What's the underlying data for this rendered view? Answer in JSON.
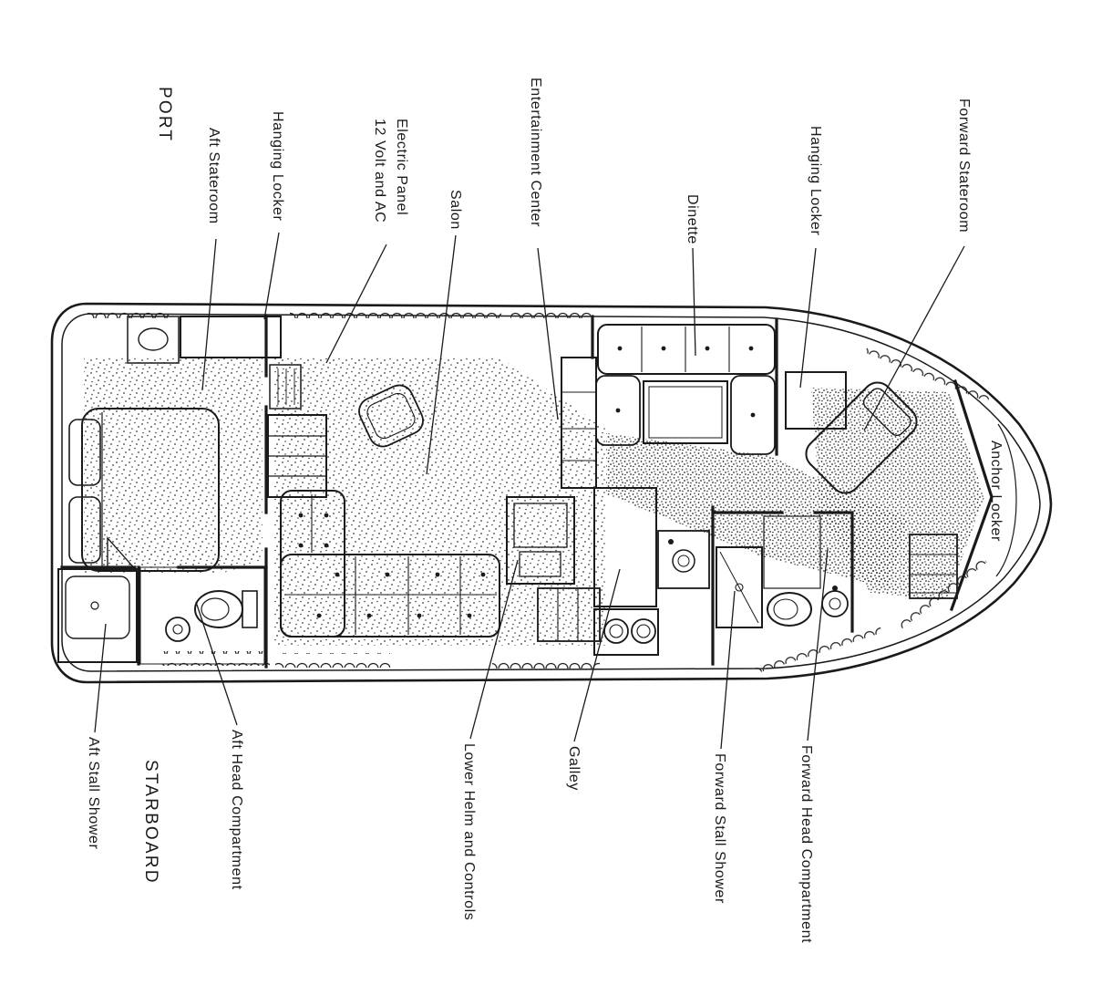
{
  "diagram": {
    "type": "boat-deck-floor-plan",
    "ink_color": "#1a1a1a",
    "background_color": "#ffffff"
  },
  "labels": {
    "port": "PORT",
    "starboard": "STARBOARD",
    "aft_stateroom": "Aft Stateroom",
    "hanging_locker_aft": "Hanging Locker",
    "electric_panel_line1": "Electric Panel",
    "electric_panel_line2": "12 Volt and AC",
    "salon": "Salon",
    "entertainment_center": "Entertainment Center",
    "dinette": "Dinette",
    "hanging_locker_fwd": "Hanging Locker",
    "forward_stateroom": "Forward Stateroom",
    "anchor_locker": "Anchor Locker",
    "aft_stall_shower": "Aft Stall Shower",
    "aft_head_compartment": "Aft Head Compartment",
    "lower_helm_and_controls": "Lower Helm and Controls",
    "galley": "Galley",
    "forward_stall_shower": "Forward Stall Shower",
    "forward_head_compartment": "Forward Head Compartment"
  }
}
